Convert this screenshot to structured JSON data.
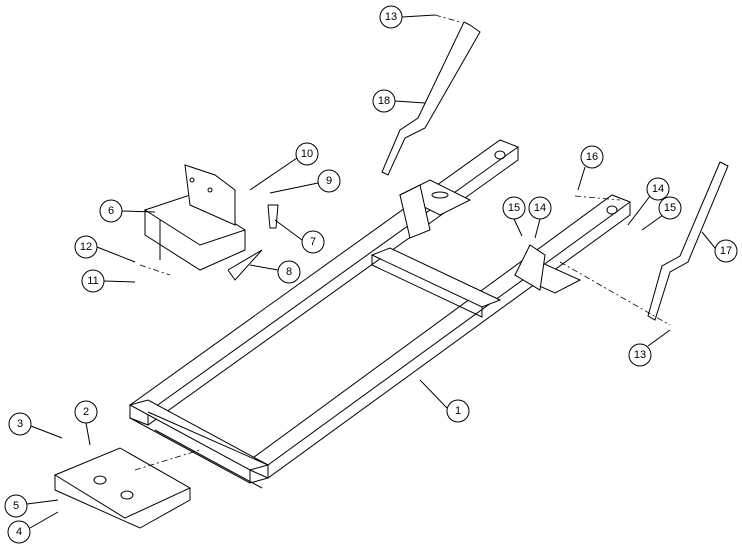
{
  "diagram": {
    "type": "exploded-parts-view",
    "callouts": [
      "13",
      "18",
      "10",
      "9",
      "6",
      "7",
      "8",
      "12",
      "11",
      "16",
      "15",
      "14",
      "14",
      "15",
      "17",
      "13",
      "1",
      "2",
      "3",
      "5",
      "4"
    ]
  }
}
